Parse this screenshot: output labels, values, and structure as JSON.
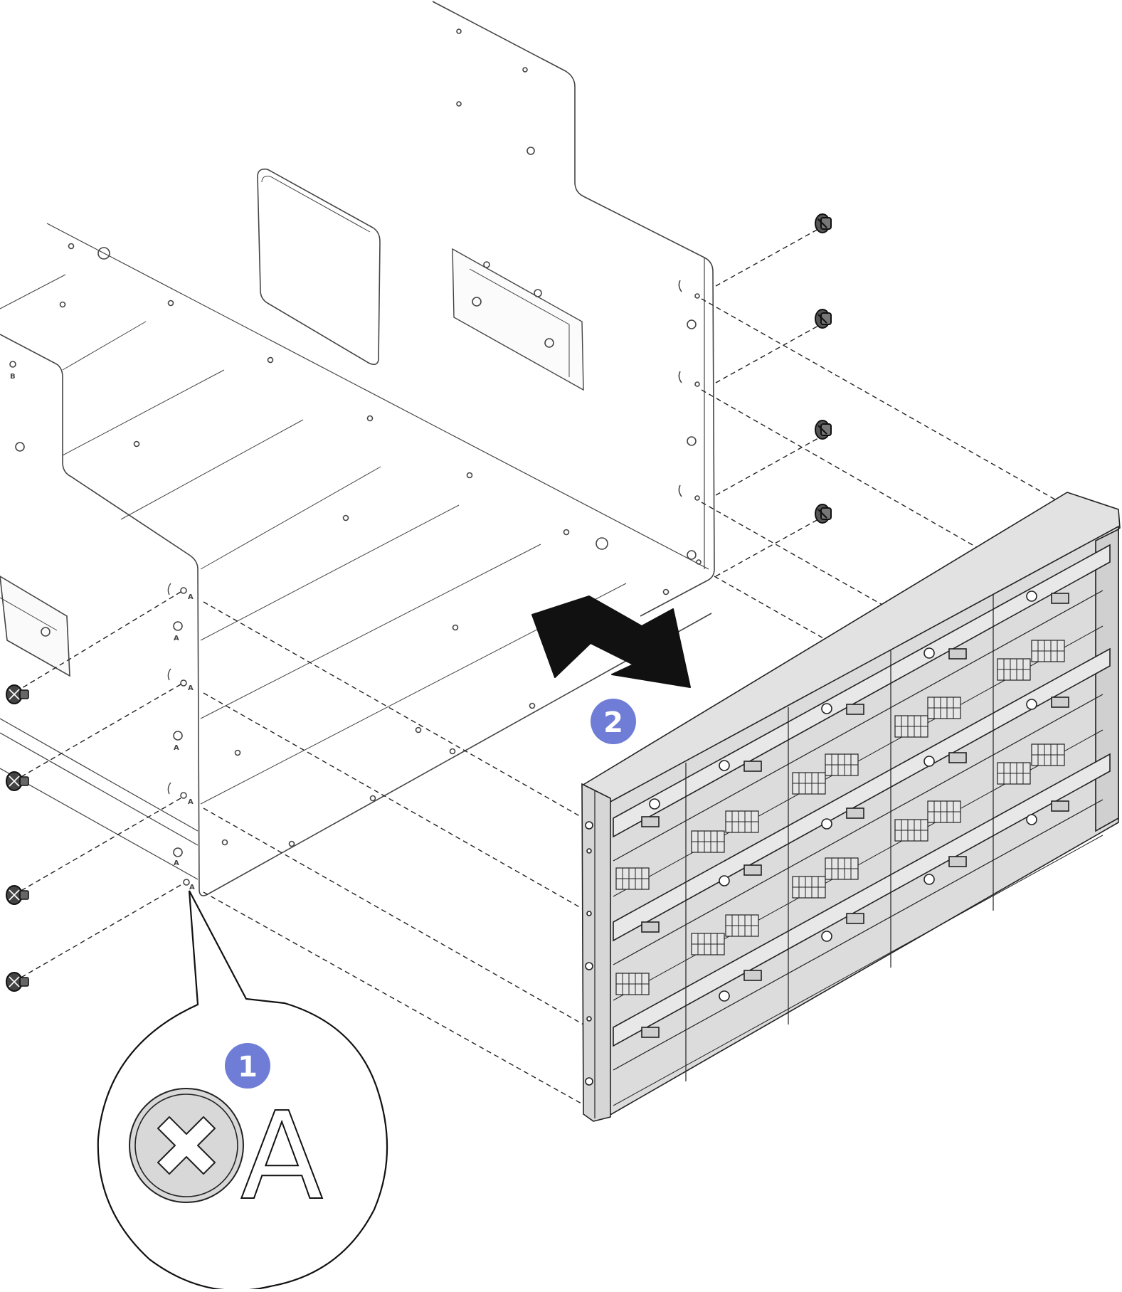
{
  "callouts": [
    {
      "number": "1",
      "target": "screw-a"
    },
    {
      "number": "2",
      "target": "cage-removal"
    }
  ],
  "screw_label": "A",
  "small_marks": {
    "screw_hole_letter": "A",
    "side_letter": "B"
  },
  "colors": {
    "callout_badge": "#6f7dd6",
    "callout_text": "#ffffff",
    "line": "#333333",
    "metal_fill": "#e2e2e2",
    "arrow": "#111111",
    "screw_head": "#d8d8d8"
  },
  "icons": [
    "screw-icon",
    "removal-arrow-icon",
    "magnifier-callout"
  ]
}
